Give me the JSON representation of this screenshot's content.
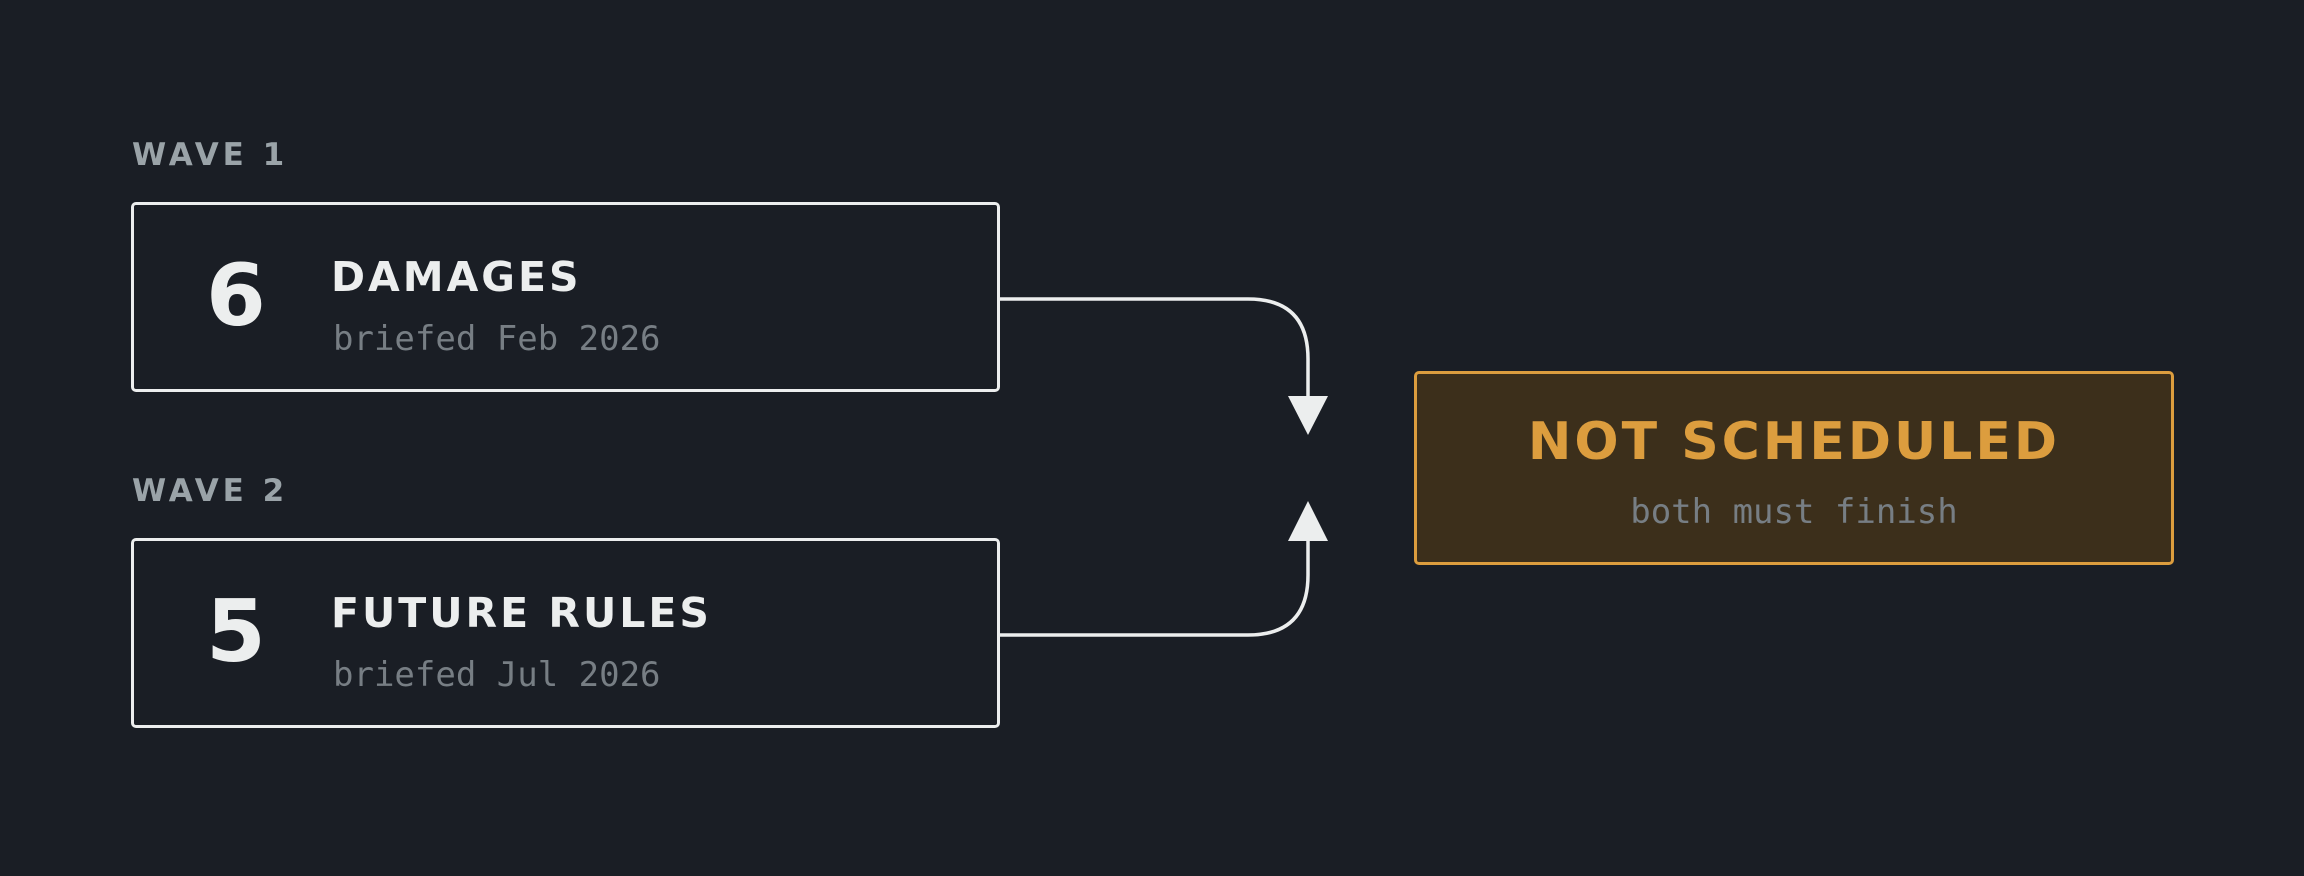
{
  "waves": [
    {
      "label": "WAVE 1",
      "count": "6",
      "name": "DAMAGES",
      "briefed": "briefed Feb 2026"
    },
    {
      "label": "WAVE 2",
      "count": "5",
      "name": "FUTURE RULES",
      "briefed": "briefed Jul 2026"
    }
  ],
  "result": {
    "title": "NOT SCHEDULED",
    "note": "both must finish"
  },
  "colors": {
    "background": "#1a1e25",
    "stroke": "#eceeee",
    "label": "#9aa3a8",
    "muted": "#777e84",
    "accent": "#dc9d3e",
    "accent_fill": "#3c2f1b"
  }
}
